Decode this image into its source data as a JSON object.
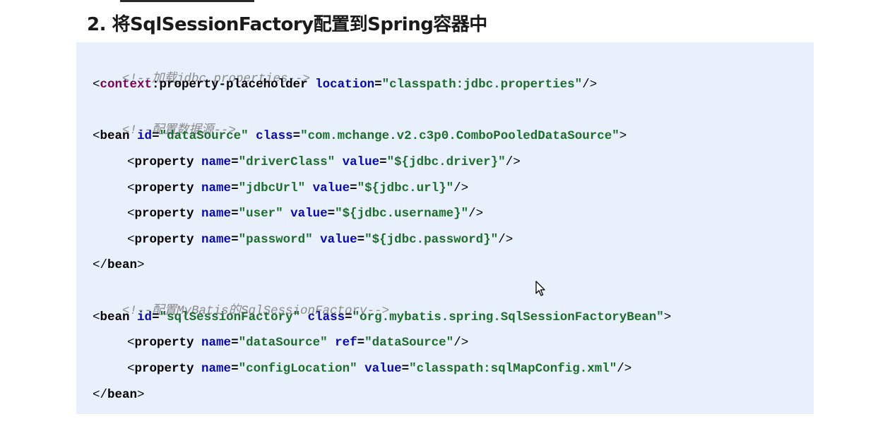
{
  "heading": "2. 将SqlSessionFactory配置到Spring容器中",
  "code": {
    "comment_load": "<!--加载jdbc.properties-->",
    "line_placeholder": {
      "ns": "context",
      "elem": "property-placeholder",
      "attr_location": "location",
      "val_location": "\"classpath:jdbc.properties\""
    },
    "comment_datasource": "<!--配置数据源-->",
    "bean_datasource": {
      "elem": "bean",
      "attr_id": "id",
      "val_id": "\"dataSource\"",
      "attr_class": "class",
      "val_class": "\"com.mchange.v2.c3p0.ComboPooledDataSource\""
    },
    "ds_properties": [
      {
        "elem": "property",
        "attr1": "name",
        "val1": "\"driverClass\"",
        "attr2": "value",
        "val2": "\"${jdbc.driver}\""
      },
      {
        "elem": "property",
        "attr1": "name",
        "val1": "\"jdbcUrl\"",
        "attr2": "value",
        "val2": "\"${jdbc.url}\""
      },
      {
        "elem": "property",
        "attr1": "name",
        "val1": "\"user\"",
        "attr2": "value",
        "val2": "\"${jdbc.username}\""
      },
      {
        "elem": "property",
        "attr1": "name",
        "val1": "\"password\"",
        "attr2": "value",
        "val2": "\"${jdbc.password}\""
      }
    ],
    "close_bean_1": "bean",
    "comment_mybatis": "<!--配置MyBatis的SqlSessionFactory-->",
    "bean_factory": {
      "elem": "bean",
      "attr_id": "id",
      "val_id": "\"sqlSessionFactory\"",
      "attr_class": "class",
      "val_class": "\"org.mybatis.spring.SqlSessionFactoryBean\""
    },
    "factory_properties": [
      {
        "elem": "property",
        "attr1": "name",
        "val1": "\"dataSource\"",
        "attr2": "ref",
        "val2": "\"dataSource\""
      },
      {
        "elem": "property",
        "attr1": "name",
        "val1": "\"configLocation\"",
        "attr2": "value",
        "val2": "\"classpath:sqlMapConfig.xml\""
      }
    ],
    "close_bean_2": "bean"
  },
  "icons": {
    "cursor": "mouse-pointer-icon"
  }
}
